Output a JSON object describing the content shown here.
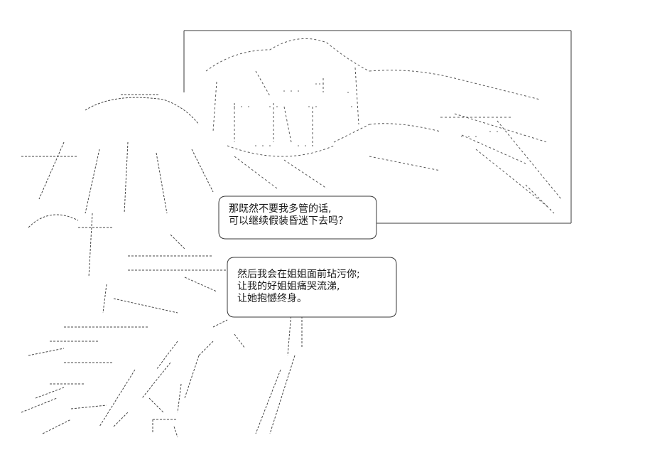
{
  "speech": {
    "bubble1": {
      "line1": "那既然不要我多管的话,",
      "line2": "可以继续假装昏迷下去吗？"
    },
    "bubble2": {
      "line1": "然后我会在姐姐面前玷污你;",
      "line2": "让我的好姐姐痛哭流涕,",
      "line3": "让她抱憾终身。"
    }
  },
  "colors": {
    "line": "#3a3a3a",
    "paper": "#ffffff"
  }
}
